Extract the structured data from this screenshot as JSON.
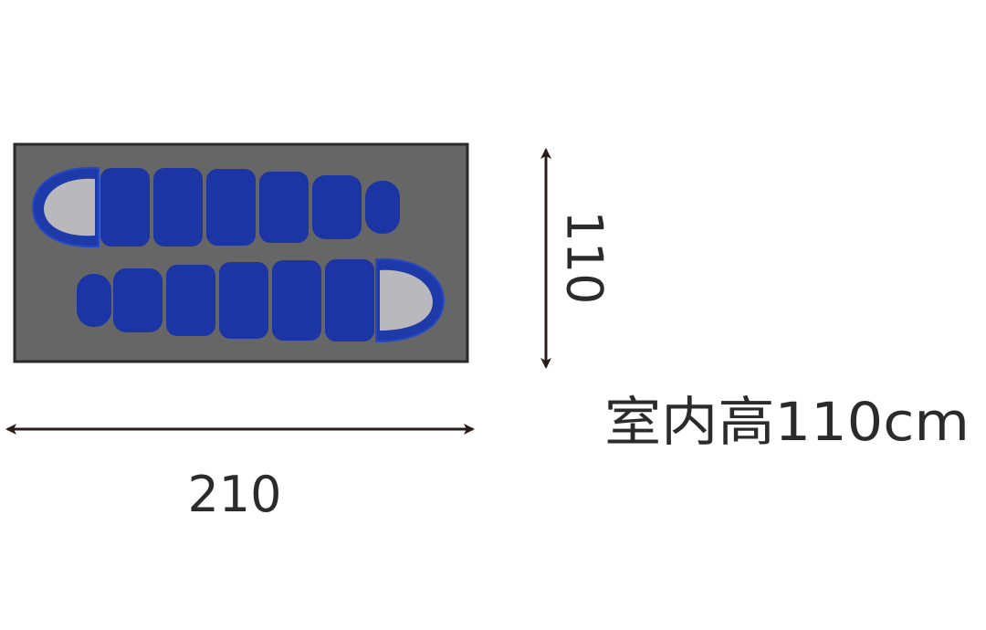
{
  "dimensions": {
    "width_label": "210",
    "depth_label": "110",
    "interior_height_label": "室内高110cm"
  },
  "floor": {
    "sleeping_bags": 2
  },
  "colors": {
    "floor_fill": "#666666",
    "floor_border": "#2a2a2a",
    "bag_fill": "#1e3aa8",
    "bag_segment": "#1b35a4",
    "bag_outline": "#2348c8",
    "hood_fill": "#b9b9bd",
    "arrow": "#2a1c18",
    "text": "#2b2b2b"
  }
}
